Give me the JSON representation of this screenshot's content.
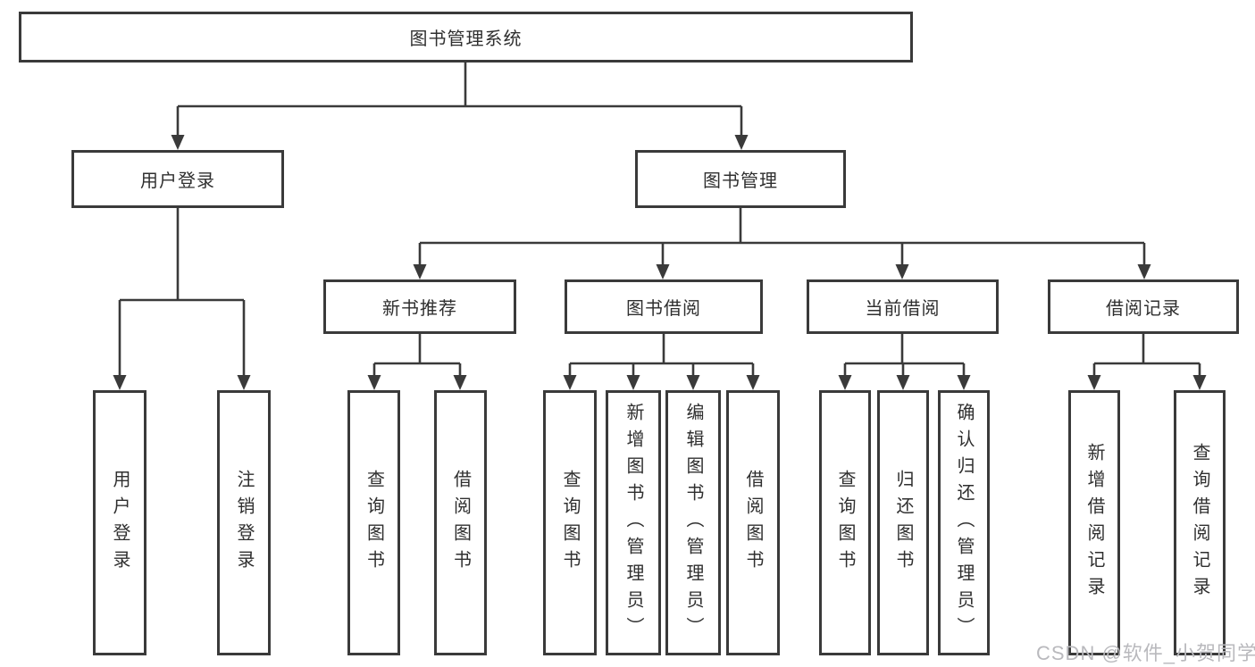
{
  "nodes": {
    "root": "图书管理系统",
    "level2": {
      "user_login": "用户登录",
      "book_management": "图书管理"
    },
    "level3": {
      "new_book_recommend": "新书推荐",
      "book_borrowing": "图书借阅",
      "current_borrowing": "当前借阅",
      "borrowing_records": "借阅记录"
    },
    "leaves": {
      "user_login": [
        "用户登录",
        "注销登录"
      ],
      "new_book_recommend": [
        "查询图书",
        "借阅图书"
      ],
      "book_borrowing": [
        "查询图书",
        "新增图书（管理员）",
        "编辑图书（管理员）",
        "借阅图书"
      ],
      "current_borrowing": [
        "查询图书",
        "归还图书",
        "确认归还（管理员）"
      ],
      "borrowing_records": [
        "新增借阅记录",
        "查询借阅记录"
      ]
    }
  },
  "watermark": "CSDN @软件_小贺同学",
  "colors": {
    "line": "#3a3a3a",
    "text": "#2f2f2f",
    "background": "#ffffff",
    "watermark": "#b9b9bd"
  }
}
